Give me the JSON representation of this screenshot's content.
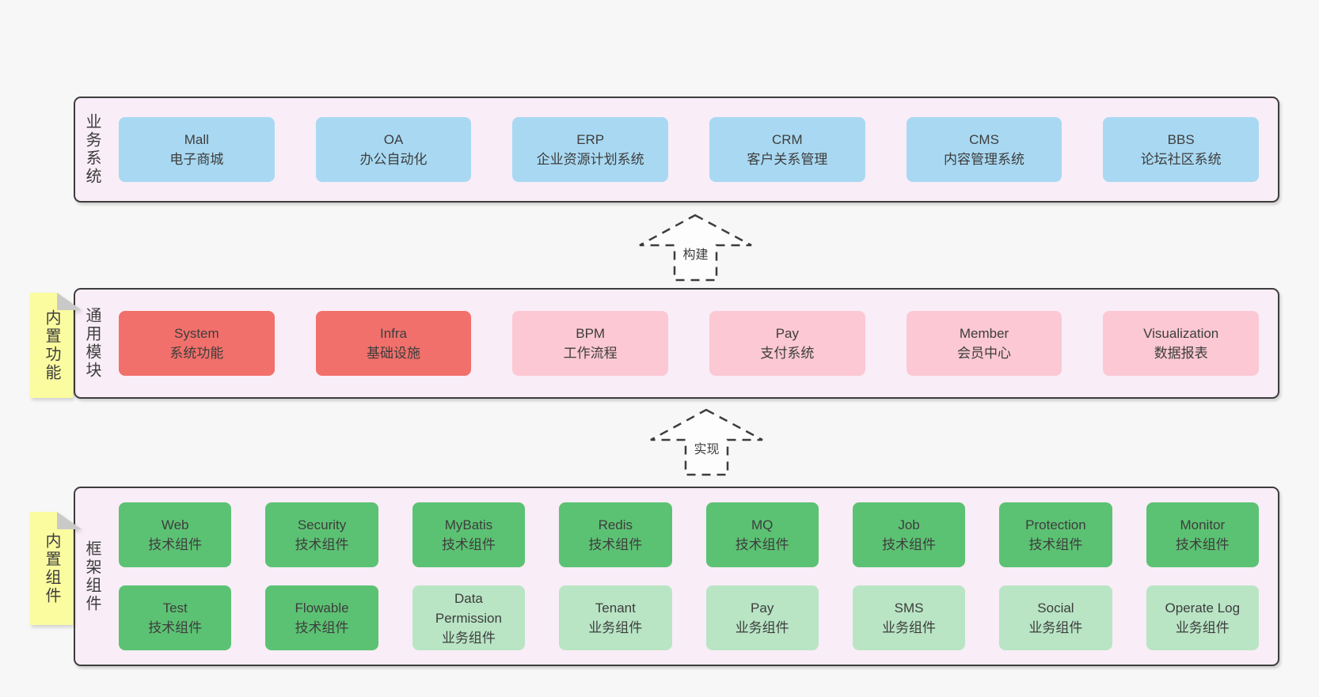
{
  "colors": {
    "page_bg": "#f7f7f7",
    "container_bg": "#f9edf7",
    "border": "#3d3d3d",
    "text": "#3d3d3d",
    "blue": "#a9d9f2",
    "red": "#f2706b",
    "pink": "#fbc8d3",
    "green_dark": "#5cc273",
    "green_light": "#b9e5c5",
    "sticky_yellow": "#fbfba0",
    "sticky_fold": "#c9c9c9",
    "arrow_fill": "#fdfdfd"
  },
  "sections": {
    "business": {
      "label": "业务系统",
      "boxes": [
        {
          "title": "Mall",
          "subtitle": "电子商城",
          "color": "blue"
        },
        {
          "title": "OA",
          "subtitle": "办公自动化",
          "color": "blue"
        },
        {
          "title": "ERP",
          "subtitle": "企业资源计划系统",
          "color": "blue"
        },
        {
          "title": "CRM",
          "subtitle": "客户关系管理",
          "color": "blue"
        },
        {
          "title": "CMS",
          "subtitle": "内容管理系统",
          "color": "blue"
        },
        {
          "title": "BBS",
          "subtitle": "论坛社区系统",
          "color": "blue"
        }
      ]
    },
    "modules": {
      "label": "通用模块",
      "sticky": "内置功能",
      "boxes": [
        {
          "title": "System",
          "subtitle": "系统功能",
          "color": "red"
        },
        {
          "title": "Infra",
          "subtitle": "基础设施",
          "color": "red"
        },
        {
          "title": "BPM",
          "subtitle": "工作流程",
          "color": "pink"
        },
        {
          "title": "Pay",
          "subtitle": "支付系统",
          "color": "pink"
        },
        {
          "title": "Member",
          "subtitle": "会员中心",
          "color": "pink"
        },
        {
          "title": "Visualization",
          "subtitle": "数据报表",
          "color": "pink"
        }
      ]
    },
    "components": {
      "label": "框架组件",
      "sticky": "内置组件",
      "rows": [
        [
          {
            "title": "Web",
            "subtitle": "技术组件",
            "color": "green_dark"
          },
          {
            "title": "Security",
            "subtitle": "技术组件",
            "color": "green_dark"
          },
          {
            "title": "MyBatis",
            "subtitle": "技术组件",
            "color": "green_dark"
          },
          {
            "title": "Redis",
            "subtitle": "技术组件",
            "color": "green_dark"
          },
          {
            "title": "MQ",
            "subtitle": "技术组件",
            "color": "green_dark"
          },
          {
            "title": "Job",
            "subtitle": "技术组件",
            "color": "green_dark"
          },
          {
            "title": "Protection",
            "subtitle": "技术组件",
            "color": "green_dark"
          },
          {
            "title": "Monitor",
            "subtitle": "技术组件",
            "color": "green_dark"
          }
        ],
        [
          {
            "title": "Test",
            "subtitle": "技术组件",
            "color": "green_dark"
          },
          {
            "title": "Flowable",
            "subtitle": "技术组件",
            "color": "green_dark"
          },
          {
            "title": "Data Permission",
            "subtitle": "业务组件",
            "color": "green_light"
          },
          {
            "title": "Tenant",
            "subtitle": "业务组件",
            "color": "green_light"
          },
          {
            "title": "Pay",
            "subtitle": "业务组件",
            "color": "green_light"
          },
          {
            "title": "SMS",
            "subtitle": "业务组件",
            "color": "green_light"
          },
          {
            "title": "Social",
            "subtitle": "业务组件",
            "color": "green_light"
          },
          {
            "title": "Operate Log",
            "subtitle": "业务组件",
            "color": "green_light"
          }
        ]
      ]
    }
  },
  "arrows": [
    {
      "label": "构建"
    },
    {
      "label": "实现"
    }
  ]
}
